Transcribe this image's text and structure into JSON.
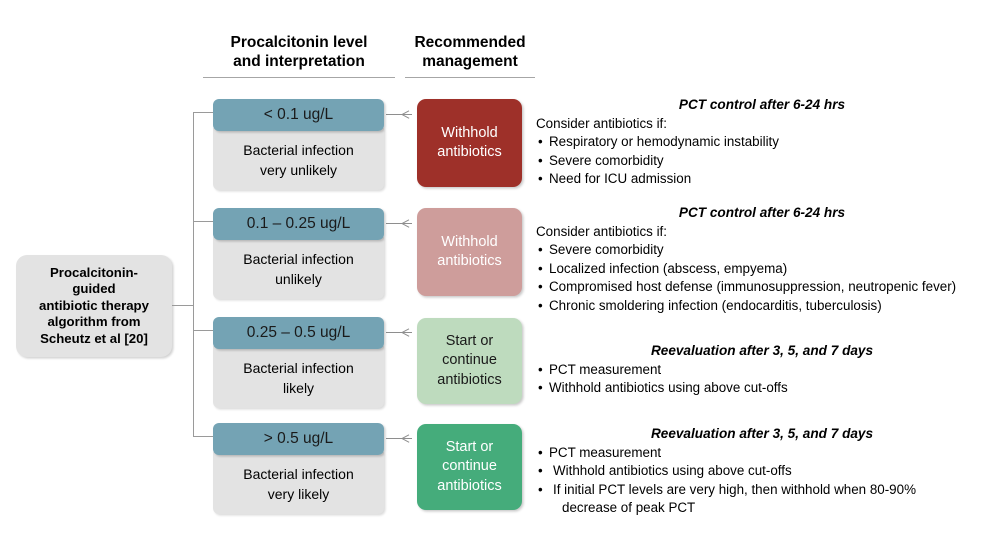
{
  "headers": {
    "pct": "Procalcitonin level\nand interpretation",
    "pct_line1": "Procalcitonin level",
    "pct_line2": "and interpretation",
    "mgmt_line1": "Recommended",
    "mgmt_line2": "management"
  },
  "root": {
    "label": "Procalcitonin-\nguided\nantibiotic therapy\nalgorithm from\nScheutz et al [20]",
    "lines": [
      "Procalcitonin-",
      "guided",
      "antibiotic therapy",
      "algorithm from",
      "Scheutz et al [20]"
    ]
  },
  "colors": {
    "pct_blue": "#74a3b4",
    "interpretation_gray": "#e3e3e3",
    "root_gray": "#e3e3e3",
    "withhold_dark_red": "#9e3029",
    "withhold_pink": "#ce9d9b",
    "start_light_green": "#bedbbe",
    "start_green": "#45ac7b",
    "connector_gray": "#9a9a9a",
    "arrow_gray": "#8e8e8e",
    "rule_gray": "#a6a6a6"
  },
  "rows": [
    {
      "level": "< 0.1 ug/L",
      "interpretation_line1": "Bacterial infection",
      "interpretation_line2": "very unlikely",
      "management_line1": "Withhold",
      "management_line2": "antibiotics",
      "management_line3": "",
      "management_bg": "#9e3029",
      "management_fg": "#ffffff",
      "notes_title": "PCT control after 6-24 hrs",
      "notes_lead": "Consider antibiotics if:",
      "notes_items": [
        "Respiratory or hemodynamic instability",
        "Severe comorbidity",
        "Need for ICU admission"
      ]
    },
    {
      "level": "0.1 – 0.25 ug/L",
      "interpretation_line1": "Bacterial infection",
      "interpretation_line2": "unlikely",
      "management_line1": "Withhold",
      "management_line2": "antibiotics",
      "management_line3": "",
      "management_bg": "#ce9d9b",
      "management_fg": "#ffffff",
      "notes_title": "PCT control after 6-24 hrs",
      "notes_lead": "Consider antibiotics if:",
      "notes_items": [
        "Severe comorbidity",
        "Localized infection (abscess, empyema)",
        "Compromised host defense (immunosuppression, neutropenic fever)",
        "Chronic smoldering infection (endocarditis, tuberculosis)"
      ]
    },
    {
      "level": "0.25 – 0.5 ug/L",
      "interpretation_line1": "Bacterial infection",
      "interpretation_line2": "likely",
      "management_line1": "Start or",
      "management_line2": "continue",
      "management_line3": "antibiotics",
      "management_bg": "#bedbbe",
      "management_fg": "#1a1a1a",
      "notes_title": "Reevaluation after 3, 5, and 7 days",
      "notes_lead": "",
      "notes_items": [
        "PCT measurement",
        "Withhold antibiotics using above cut-offs"
      ]
    },
    {
      "level": "> 0.5 ug/L",
      "interpretation_line1": "Bacterial infection",
      "interpretation_line2": "very likely",
      "management_line1": "Start or",
      "management_line2": "continue",
      "management_line3": "antibiotics",
      "management_bg": "#45ac7b",
      "management_fg": "#ffffff",
      "notes_title": "Reevaluation after 3, 5, and 7 days",
      "notes_lead": "",
      "notes_items": [
        "PCT measurement",
        "Withhold antibiotics using above cut-offs",
        "If initial PCT levels are very high, then withhold when 80-90%"
      ],
      "notes_continuation": "decrease of peak PCT"
    }
  ]
}
